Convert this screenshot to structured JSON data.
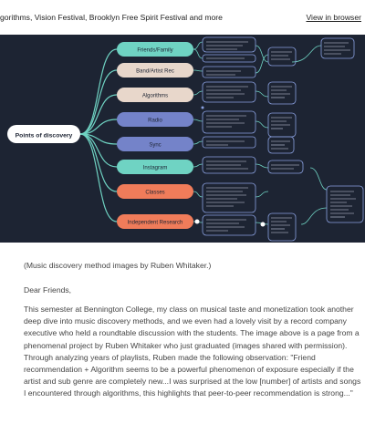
{
  "header": {
    "preheader": "gorithms, Vision Festival, Brooklyn Free Spirit Festival and more",
    "view_in_browser": "View in browser"
  },
  "mindmap": {
    "center_label": "Points of discovery",
    "branches": [
      {
        "label": "Friends/Family",
        "color": "#6fd3c3"
      },
      {
        "label": "Band/Artist Rec",
        "color": "#e8d7cb"
      },
      {
        "label": "Algorithms",
        "color": "#e8d7cb"
      },
      {
        "label": "Radio",
        "color": "#7483c9"
      },
      {
        "label": "Sync",
        "color": "#7483c9"
      },
      {
        "label": "Instagram",
        "color": "#6fd3c3"
      },
      {
        "label": "Classes",
        "color": "#f07c5a"
      },
      {
        "label": "Independent Research",
        "color": "#f07c5a"
      }
    ]
  },
  "caption": "(Music discovery method images by Ruben Whitaker.)",
  "greeting": "Dear Friends,",
  "body_text": "This semester at Bennington College, my class on musical taste and monetization took another deep dive into music discovery methods, and we even had a lovely visit by a record company executive who held a roundtable discussion with the students. The image above is a page from a phenomenal project by Ruben Whitaker who just graduated (images shared with permission). Through analyzing years of playlists, Ruben made the following observation: \"Friend recommendation + Algorithm seems to be a powerful phenomenon of exposure especially if the artist and sub genre are completely new...I was surprised at the low [number] of artists and songs I encountered through algorithms, this highlights that peer-to-peer recommendation is strong...\""
}
